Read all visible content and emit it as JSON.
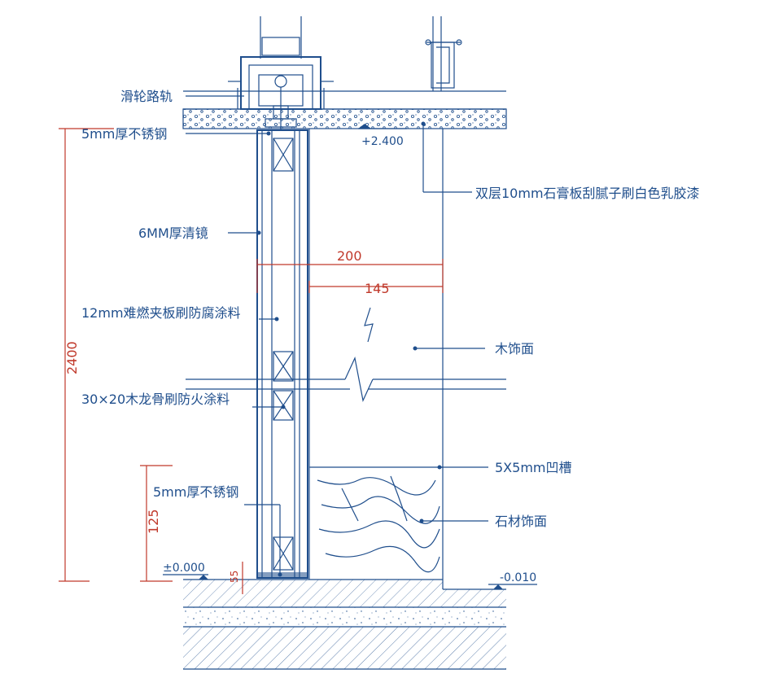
{
  "labels": {
    "pulley_track": "滑轮路轨",
    "steel_top": "5mm厚不锈钢",
    "mirror": "6MM厚清镜",
    "plywood": "12mm难燃夹板刷防腐涂料",
    "keel": "30×20木龙骨刷防火涂料",
    "steel_bottom": "5mm厚不锈钢",
    "gypsum": "双层10mm石膏板刮腻子刷白色乳胶漆",
    "wood_face": "木饰面",
    "groove": "5X5mm凹槽",
    "stone_face": "石材饰面"
  },
  "levels": {
    "ceiling": "+2.400",
    "floor": "±0.000",
    "floor_low": "-0.010"
  },
  "dimensions": {
    "height_total": "2400",
    "height_base": "125",
    "width_outer": "200",
    "width_inner": "145",
    "gap": "55"
  },
  "colors": {
    "line": "#1f4e8c",
    "dimension": "#c0392b"
  }
}
